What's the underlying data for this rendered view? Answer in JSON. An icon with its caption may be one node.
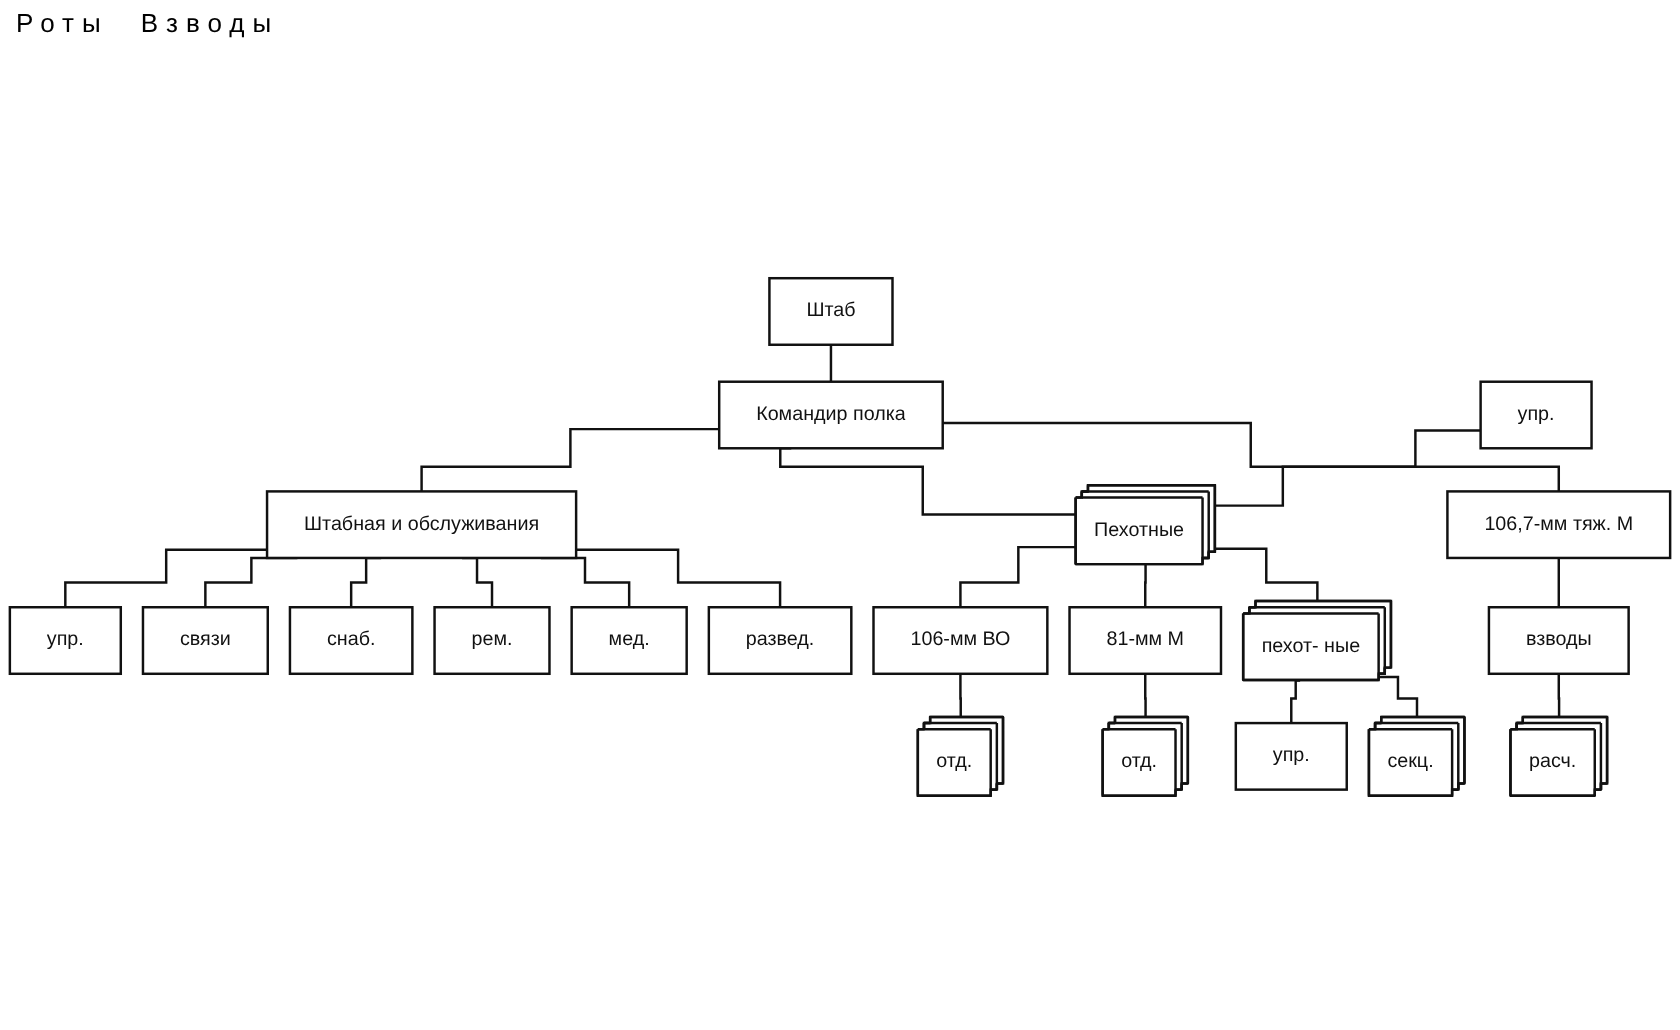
{
  "diagram": {
    "nodes": [
      {
        "text": [
          "Командир полка"
        ]
      },
      {
        "text": [
          "Штаб"
        ]
      },
      {
        "text": [
          "Штабная и обслуживания"
        ]
      },
      {
        "text": [
          "упр."
        ]
      },
      {
        "text": [
          "Пехотные"
        ]
      },
      {
        "text": [
          "106,7-мм тяж. М"
        ]
      },
      {
        "text": [
          "упр."
        ]
      },
      {
        "text": [
          "связи"
        ]
      },
      {
        "text": [
          "снаб."
        ]
      },
      {
        "text": [
          "рем."
        ]
      },
      {
        "text": [
          "мед."
        ]
      },
      {
        "text": [
          "развед."
        ]
      },
      {
        "text": [
          "106-мм ВО"
        ]
      },
      {
        "text": [
          "81-мм М"
        ]
      },
      {
        "text": [
          "пехот- ные"
        ]
      },
      {
        "text": [
          "отд."
        ]
      },
      {
        "text": [
          "отд."
        ]
      },
      {
        "text": [
          "упр."
        ]
      },
      {
        "text": [
          "секц."
        ]
      },
      {
        "text": [
          "взводы"
        ]
      },
      {
        "text": [
          "расч."
        ]
      }
    ],
    "edges": [
      {
        "from": 1,
        "to": 0,
        "arrow": "none"
      },
      {
        "from": 0,
        "to": 2,
        "arrow": "none"
      },
      {
        "from": 0,
        "to": 4,
        "arrow": "none"
      },
      {
        "from": 0,
        "to": 5,
        "arrow": "none"
      },
      {
        "from": 3,
        "to": 4,
        "arrow": "none"
      },
      {
        "from": 2,
        "to": 6,
        "arrow": "none"
      },
      {
        "from": 2,
        "to": 7,
        "arrow": "none"
      },
      {
        "from": 2,
        "to": 8,
        "arrow": "none"
      },
      {
        "from": 2,
        "to": 9,
        "arrow": "none"
      },
      {
        "from": 2,
        "to": 10,
        "arrow": "none"
      },
      {
        "from": 2,
        "to": 11,
        "arrow": "none"
      },
      {
        "from": 4,
        "to": 12,
        "arrow": "none"
      },
      {
        "from": 4,
        "to": 13,
        "arrow": "none"
      },
      {
        "from": 4,
        "to": 14,
        "arrow": "none"
      },
      {
        "from": 12,
        "to": 15,
        "arrow": "none"
      },
      {
        "from": 13,
        "to": 16,
        "arrow": "none"
      },
      {
        "from": 14,
        "to": 17,
        "arrow": "none"
      },
      {
        "from": 14,
        "to": 18,
        "arrow": "none"
      },
      {
        "from": 5,
        "to": 19,
        "arrow": "none"
      },
      {
        "from": 19,
        "to": 20,
        "arrow": "none"
      }
    ],
    "labels": [
      "Роты",
      "Взводы"
    ]
  }
}
